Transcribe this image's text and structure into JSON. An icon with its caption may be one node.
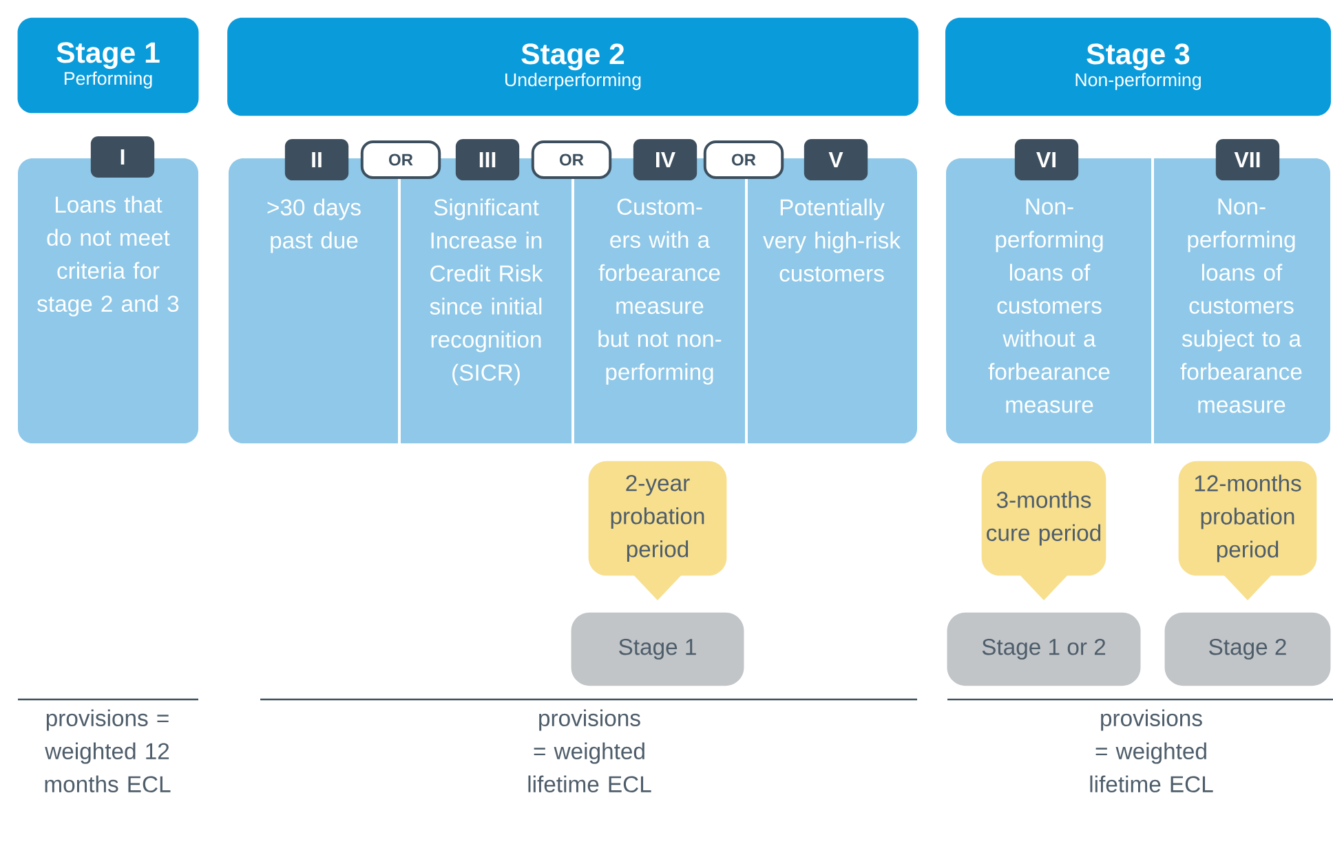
{
  "diagram": {
    "nodes": [
      {
        "text": [
          "Stage 1",
          "Performing"
        ]
      },
      {
        "text": [
          "Stage 2",
          "Underperforming"
        ]
      },
      {
        "text": [
          "Stage 3",
          "Non-performing"
        ]
      },
      {
        "text": [
          "I"
        ]
      },
      {
        "text": [
          "II"
        ]
      },
      {
        "text": [
          "OR"
        ]
      },
      {
        "text": [
          "III"
        ]
      },
      {
        "text": [
          "OR"
        ]
      },
      {
        "text": [
          "IV"
        ]
      },
      {
        "text": [
          "OR"
        ]
      },
      {
        "text": [
          "V"
        ]
      },
      {
        "text": [
          "VI"
        ]
      },
      {
        "text": [
          "VII"
        ]
      },
      {
        "text": [
          "Loans that do not meet criteria for stage 2 and 3"
        ]
      },
      {
        "text": [
          ">30 days past due"
        ]
      },
      {
        "text": [
          "Significant Increase in Credit Risk since initial recognition (SICR)"
        ]
      },
      {
        "text": [
          "Custom- ers with a forbearance measure but not non- performing"
        ]
      },
      {
        "text": [
          "Potentially very high-risk customers"
        ]
      },
      {
        "text": [
          "Non- performing loans of customers without a forbearance measure"
        ]
      },
      {
        "text": [
          "Non- performing loans of customers subject to a forbearance measure"
        ]
      },
      {
        "text": [
          "2-year probation period"
        ]
      },
      {
        "text": [
          "3-months cure period"
        ]
      },
      {
        "text": [
          "12-months probation period"
        ]
      },
      {
        "text": [
          "Stage 1"
        ]
      },
      {
        "text": [
          "Stage 1 or 2"
        ]
      },
      {
        "text": [
          "Stage 2"
        ]
      }
    ],
    "labels": [
      "provisions = weighted 12 months ECL",
      "provisions = weighted lifetime ECL",
      "provisions = weighted lifetime ECL"
    ]
  }
}
